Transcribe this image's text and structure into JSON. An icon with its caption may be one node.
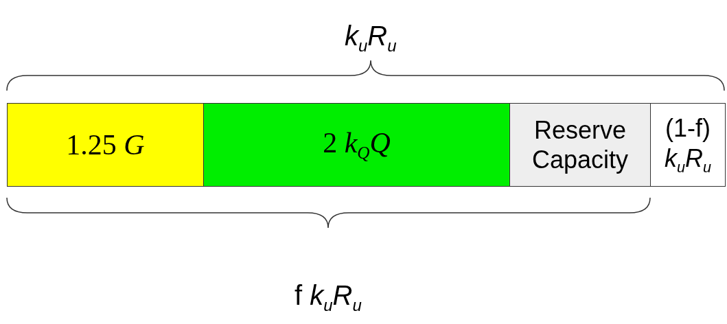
{
  "diagram": {
    "nodes": [
      {
        "text": [
          "1.25 *G*"
        ]
      },
      {
        "text": [
          "2 *k*$_{Q}$*Q*"
        ]
      },
      {
        "text": [
          "Reserve Capacity"
        ]
      },
      {
        "text": [
          "(1-f) *k*$_{u}$*R*$_{u}$"
        ]
      }
    ],
    "labels": [
      "*k*$_{u}$*R*$_{u}$",
      "f *k*$_{u}$*R*$_{u}$"
    ]
  }
}
